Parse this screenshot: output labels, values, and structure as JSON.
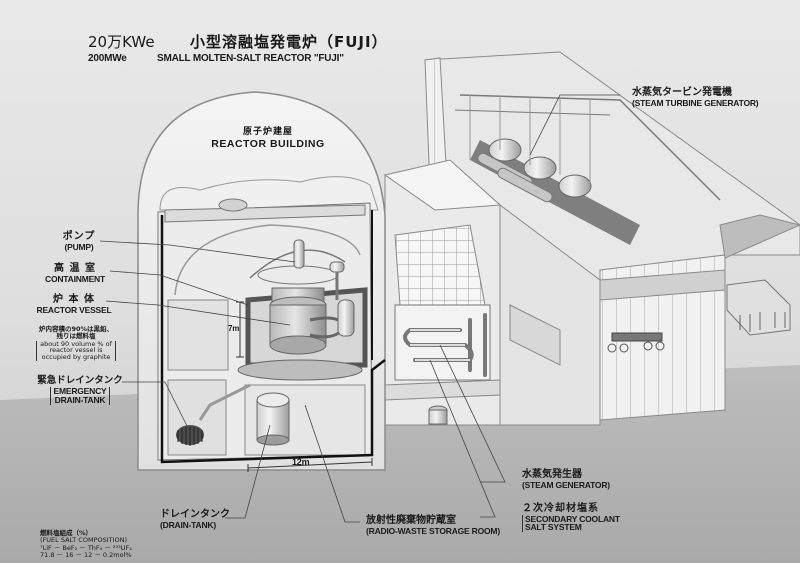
{
  "title": {
    "ja_power": "20万KWe",
    "ja_name": "小型溶融塩発電炉（FUJI）",
    "en_power": "200MWe",
    "en_name": "SMALL MOLTEN-SALT REACTOR \"FUJI\""
  },
  "labels": {
    "reactor_building": {
      "ja": "原子炉建屋",
      "en": "REACTOR BUILDING"
    },
    "pump": {
      "ja": "ポンプ",
      "en": "(PUMP)"
    },
    "containment": {
      "ja": "高 温 室",
      "en": "CONTAINMENT"
    },
    "reactor_vessel": {
      "ja": "炉 本 体",
      "en": "REACTOR VESSEL"
    },
    "vessel_note": {
      "ja_line1": "炉内容積の90%は黒鉛、",
      "ja_line2": "残りは燃料塩",
      "en_line1": "about 90 volume % of",
      "en_line2": "reactor vessel is",
      "en_line3": "occupied by graphite"
    },
    "emergency_drain": {
      "ja": "緊急ドレインタンク",
      "en_line1": "EMERGENCY",
      "en_line2": "DRAIN-TANK"
    },
    "drain_tank": {
      "ja": "ドレインタンク",
      "en": "(DRAIN-TANK)"
    },
    "radio_waste": {
      "ja": "放射性廃棄物貯蔵室",
      "en": "(RADIO-WASTE STORAGE ROOM)"
    },
    "steam_generator": {
      "ja": "水蒸気発生器",
      "en": "(STEAM GENERATOR)"
    },
    "secondary_coolant": {
      "ja": "２次冷却材塩系",
      "en_line1": "SECONDARY COOLANT",
      "en_line2": "SALT SYSTEM"
    },
    "steam_turbine": {
      "ja": "水蒸気タービン発電機",
      "en": "(STEAM TURBINE GENERATOR)"
    }
  },
  "dimensions": {
    "height": "7m",
    "width": "12m"
  },
  "fuel_composition": {
    "title_ja": "燃料塩組成（%）",
    "title_en": "(FUEL SALT COMPOSITION)",
    "formula": "⁷LiF － BeF₂ － ThF₄ － ²³³UF₄",
    "values": "71.8 － 16 － 12 － 0.2mol%"
  }
}
